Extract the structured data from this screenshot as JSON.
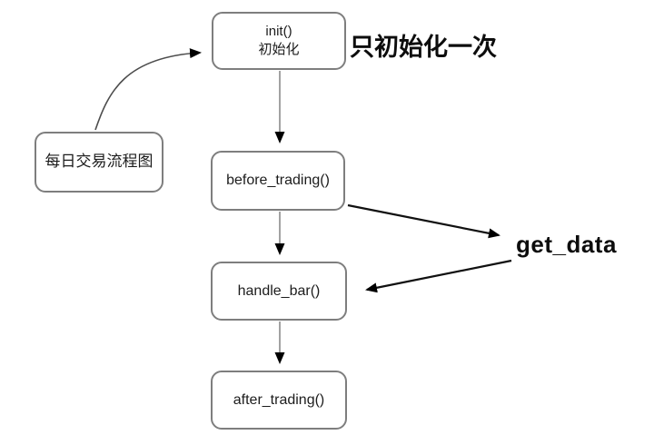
{
  "diagram": {
    "nodes": {
      "start": {
        "label": "每日交易流程图"
      },
      "init": {
        "line1": "init()",
        "line2": "初始化"
      },
      "before_trading": {
        "label": "before_trading()"
      },
      "handle_bar": {
        "label": "handle_bar()"
      },
      "after_trading": {
        "label": "after_trading()"
      }
    },
    "annotations": {
      "init_note": "只初始化一次",
      "get_data": "get_data"
    },
    "colors": {
      "background": "#ffffff",
      "box_border": "#7e7e7e",
      "box_fill": "#ffffff",
      "box_text": "#1c1c1c",
      "flow_line": "#8a8a8a",
      "curve_line": "#4d4d4d",
      "data_line": "#111111",
      "arrowhead": "#000000",
      "annotation_text": "#0d0d0d"
    }
  }
}
